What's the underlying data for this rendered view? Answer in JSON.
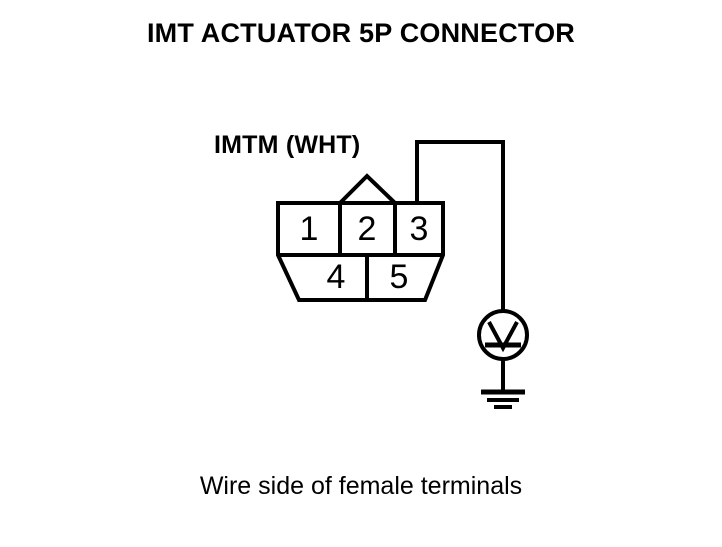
{
  "title": "IMT ACTUATOR 5P CONNECTOR",
  "caption": "Wire side of female terminals",
  "wire_label": "IMTM (WHT)",
  "colors": {
    "background": "#ffffff",
    "ink": "#000000"
  },
  "connector": {
    "pin_count": "5",
    "top_row": [
      {
        "number": "1"
      },
      {
        "number": "2"
      },
      {
        "number": "3"
      }
    ],
    "bottom_row": [
      {
        "number": "4"
      },
      {
        "number": "5"
      }
    ]
  },
  "meter": {
    "symbol": "V",
    "type": "voltmeter"
  },
  "ground": {
    "symbol": "earth-ground"
  }
}
